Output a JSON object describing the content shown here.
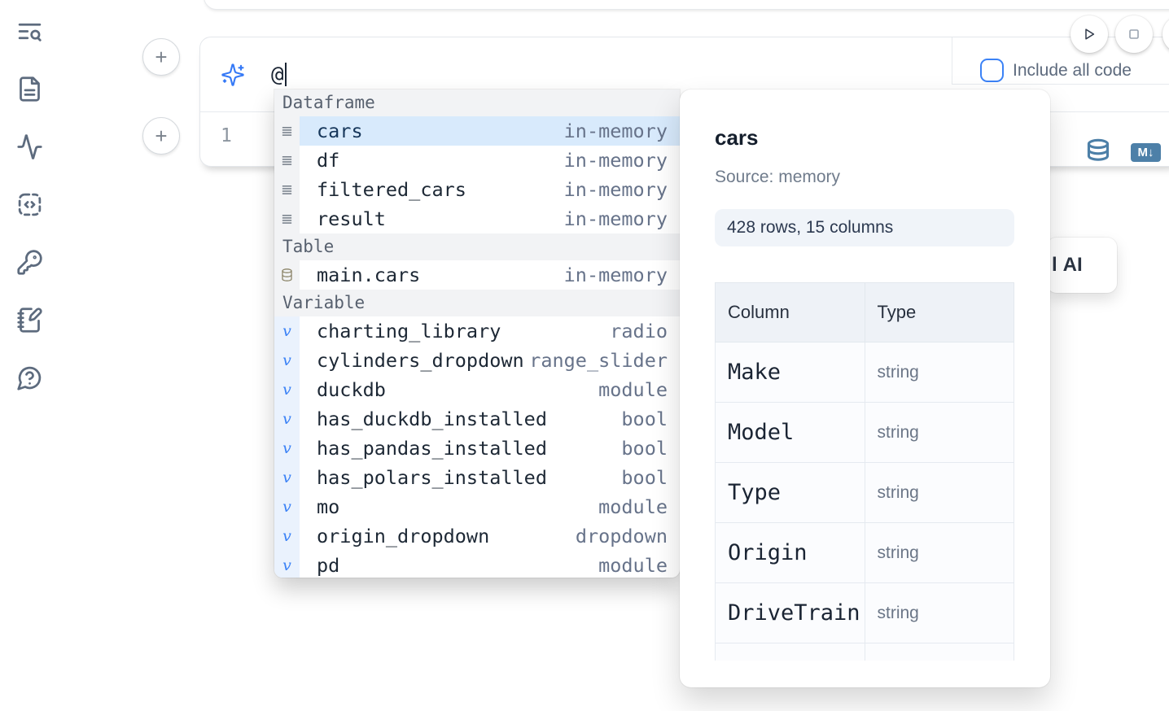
{
  "colors": {
    "accent_blue": "#3b82f6",
    "steel_blue": "#4d80a8",
    "selection_blue": "#d8eafc"
  },
  "sidebar": {
    "items": [
      {
        "icon": "toc-search-icon"
      },
      {
        "icon": "file-text-icon"
      },
      {
        "icon": "activity-icon"
      },
      {
        "icon": "code-snippet-icon"
      },
      {
        "icon": "key-icon"
      },
      {
        "icon": "notebook-pen-icon"
      },
      {
        "icon": "help-chat-icon"
      }
    ]
  },
  "add_cell": {
    "label": "+"
  },
  "ai_prompt": {
    "value": "@",
    "sparkle_icon": "sparkles-icon"
  },
  "toolbar": {
    "include_all_code_label": "Include all code",
    "run_icon": "play-icon",
    "stop_icon": "stop-icon"
  },
  "editor": {
    "line_number": "1",
    "markdown_badge": "M↓",
    "database_icon": "database-icon"
  },
  "ai_action_button": {
    "prefix_fragment": "l",
    "label": "AI"
  },
  "autocomplete": {
    "sections": [
      {
        "label": "Dataframe",
        "items": [
          {
            "name": "cars",
            "detail": "in-memory",
            "icon": "rows",
            "selected": true
          },
          {
            "name": "df",
            "detail": "in-memory",
            "icon": "rows"
          },
          {
            "name": "filtered_cars",
            "detail": "in-memory",
            "icon": "rows"
          },
          {
            "name": "result",
            "detail": "in-memory",
            "icon": "rows"
          }
        ]
      },
      {
        "label": "Table",
        "items": [
          {
            "name": "main.cars",
            "detail": "in-memory",
            "icon": "database"
          }
        ]
      },
      {
        "label": "Variable",
        "items": [
          {
            "name": "charting_library",
            "detail": "radio",
            "icon": "variable"
          },
          {
            "name": "cylinders_dropdown",
            "detail": "range_slider",
            "icon": "variable"
          },
          {
            "name": "duckdb",
            "detail": "module",
            "icon": "variable"
          },
          {
            "name": "has_duckdb_installed",
            "detail": "bool",
            "icon": "variable"
          },
          {
            "name": "has_pandas_installed",
            "detail": "bool",
            "icon": "variable"
          },
          {
            "name": "has_polars_installed",
            "detail": "bool",
            "icon": "variable"
          },
          {
            "name": "mo",
            "detail": "module",
            "icon": "variable"
          },
          {
            "name": "origin_dropdown",
            "detail": "dropdown",
            "icon": "variable"
          },
          {
            "name": "pd",
            "detail": "module",
            "icon": "variable",
            "clipped": true
          }
        ]
      }
    ]
  },
  "preview": {
    "title": "cars",
    "source_label": "Source: memory",
    "shape_badge": "428 rows, 15 columns",
    "table": {
      "headers": [
        "Column",
        "Type"
      ],
      "rows": [
        [
          "Make",
          "string"
        ],
        [
          "Model",
          "string"
        ],
        [
          "Type",
          "string"
        ],
        [
          "Origin",
          "string"
        ],
        [
          "DriveTrain",
          "string"
        ]
      ],
      "partial_row": true
    }
  }
}
